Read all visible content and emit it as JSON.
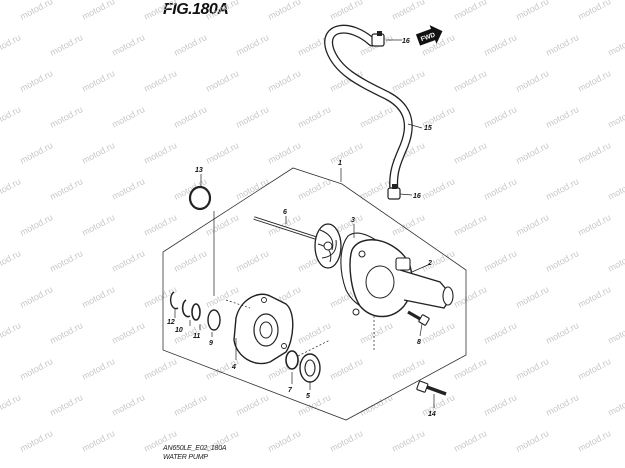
{
  "figure": {
    "title": "FIG.180A",
    "model_code": "AN650LE_E02_180A",
    "assembly_name": "WATER PUMP",
    "watermark": "motod.ru",
    "fwd_label": "FWD"
  },
  "callouts": [
    {
      "id": "1"
    },
    {
      "id": "2"
    },
    {
      "id": "3"
    },
    {
      "id": "4"
    },
    {
      "id": "5"
    },
    {
      "id": "6"
    },
    {
      "id": "7"
    },
    {
      "id": "8"
    },
    {
      "id": "9"
    },
    {
      "id": "10"
    },
    {
      "id": "11"
    },
    {
      "id": "12"
    },
    {
      "id": "13"
    },
    {
      "id": "14"
    },
    {
      "id": "15"
    },
    {
      "id": "16a",
      "label": "16"
    },
    {
      "id": "16b",
      "label": "16"
    }
  ]
}
